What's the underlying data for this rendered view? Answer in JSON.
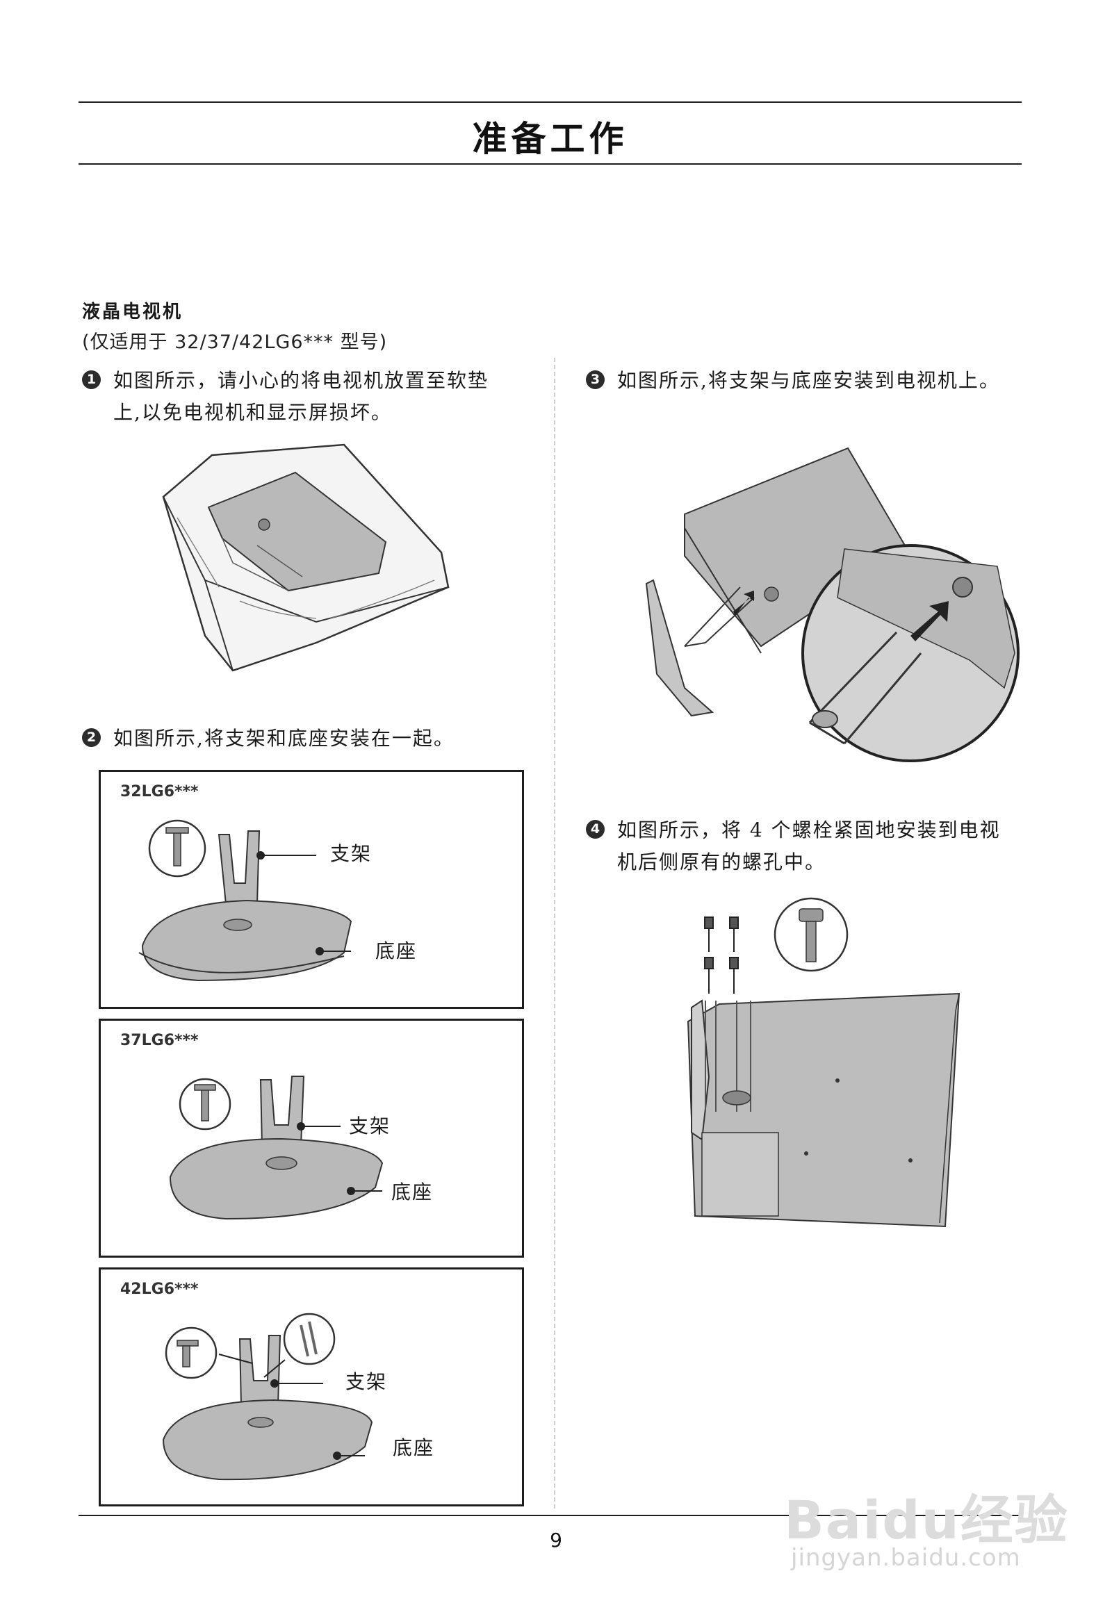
{
  "page_title": "准备工作",
  "section": {
    "title": "液晶电视机",
    "subtitle": "(仅适用于 32/37/42LG6*** 型号)"
  },
  "steps": {
    "s1": {
      "num": "1",
      "line1": "如图所示，请小心的将电视机放置至软垫",
      "line2": "上,以免电视机和显示屏损坏。"
    },
    "s2": {
      "num": "2",
      "line1": "如图所示,将支架和底座安装在一起。"
    },
    "s3": {
      "num": "3",
      "line1": "如图所示,将支架与底座安装到电视机上。"
    },
    "s4": {
      "num": "4",
      "line1": "如图所示，将 4 个螺栓紧固地安装到电视",
      "line2": "机后侧原有的螺孔中。"
    }
  },
  "assembly_panels": [
    {
      "model": "32LG6***",
      "stand_label": "支架",
      "base_label": "底座"
    },
    {
      "model": "37LG6***",
      "stand_label": "支架",
      "base_label": "底座"
    },
    {
      "model": "42LG6***",
      "stand_label": "支架",
      "base_label": "底座"
    }
  ],
  "page_number": "9",
  "watermark": {
    "brand": "Baidu经验",
    "url": "jingyan.baidu.com"
  },
  "colors": {
    "rule": "#1e1e1e",
    "illustration_fill": "#b9b9b9",
    "illustration_stroke": "#3a3a3a"
  }
}
